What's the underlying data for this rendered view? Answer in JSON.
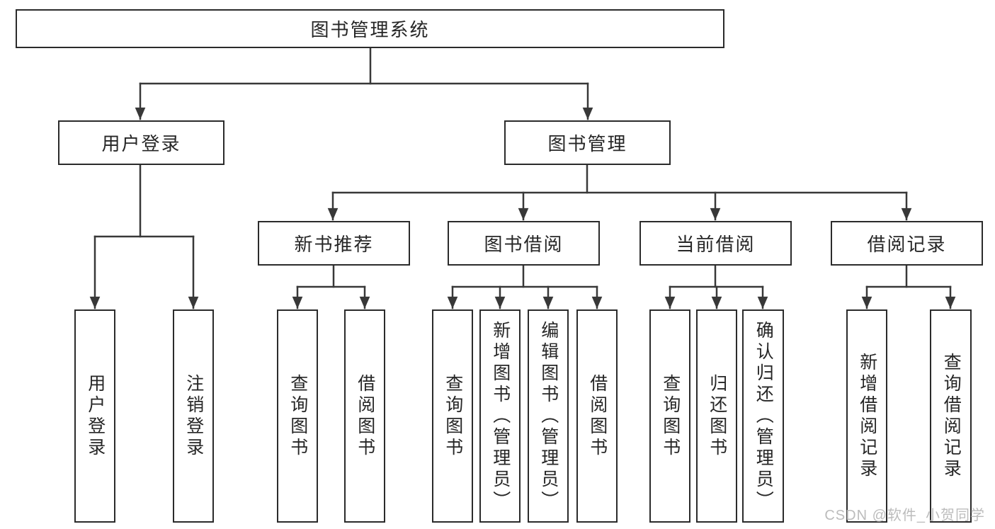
{
  "diagram_title": "图书管理系统",
  "tree": {
    "root": {
      "label": "图书管理系统"
    },
    "branches": [
      {
        "id": "user-login",
        "label": "用户登录",
        "children": [
          {
            "label": "用户登录"
          },
          {
            "label": "注销登录"
          }
        ]
      },
      {
        "id": "book-management",
        "label": "图书管理",
        "sections": [
          {
            "id": "new-book-recommendation",
            "label": "新书推荐",
            "children": [
              {
                "label": "查询图书"
              },
              {
                "label": "借阅图书"
              }
            ]
          },
          {
            "id": "book-borrowing",
            "label": "图书借阅",
            "children": [
              {
                "label": "查询图书"
              },
              {
                "label": "新增图书（管理员）"
              },
              {
                "label": "编辑图书（管理员）"
              },
              {
                "label": "借阅图书"
              }
            ]
          },
          {
            "id": "current-borrowing",
            "label": "当前借阅",
            "children": [
              {
                "label": "查询图书"
              },
              {
                "label": "归还图书"
              },
              {
                "label": "确认归还（管理员）"
              }
            ]
          },
          {
            "id": "borrowing-records",
            "label": "借阅记录",
            "children": [
              {
                "label": "新增借阅记录"
              },
              {
                "label": "查询借阅记录"
              }
            ]
          }
        ]
      }
    ]
  },
  "watermark": "CSDN @软件_小贺同学",
  "colors": {
    "line": "#383838",
    "box_border": "#2b2b2b",
    "box_background": "#ffffff",
    "text": "#262626",
    "watermark": "#b5b5b5",
    "page_background": "#ffffff"
  }
}
